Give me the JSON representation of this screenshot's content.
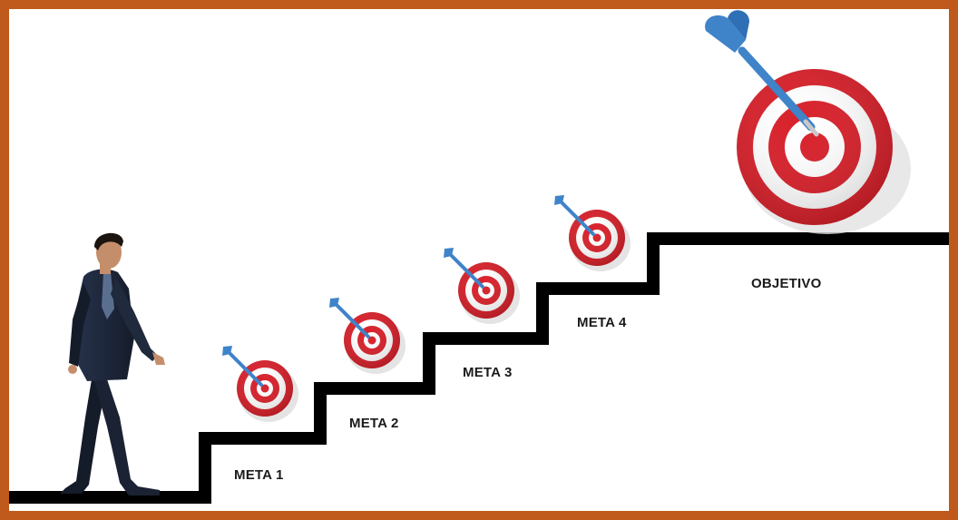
{
  "diagram": {
    "colors": {
      "frame": "#c0591c",
      "stairs": "#000000",
      "target_red": "#d8202a",
      "target_white": "#ffffff",
      "dart_blue": "#3f83c9",
      "suit": "#1f2a3c"
    },
    "steps": [
      {
        "label": "META 1"
      },
      {
        "label": "META 2"
      },
      {
        "label": "META 3"
      },
      {
        "label": "META 4"
      }
    ],
    "goal": {
      "label": "OBJETIVO"
    }
  }
}
